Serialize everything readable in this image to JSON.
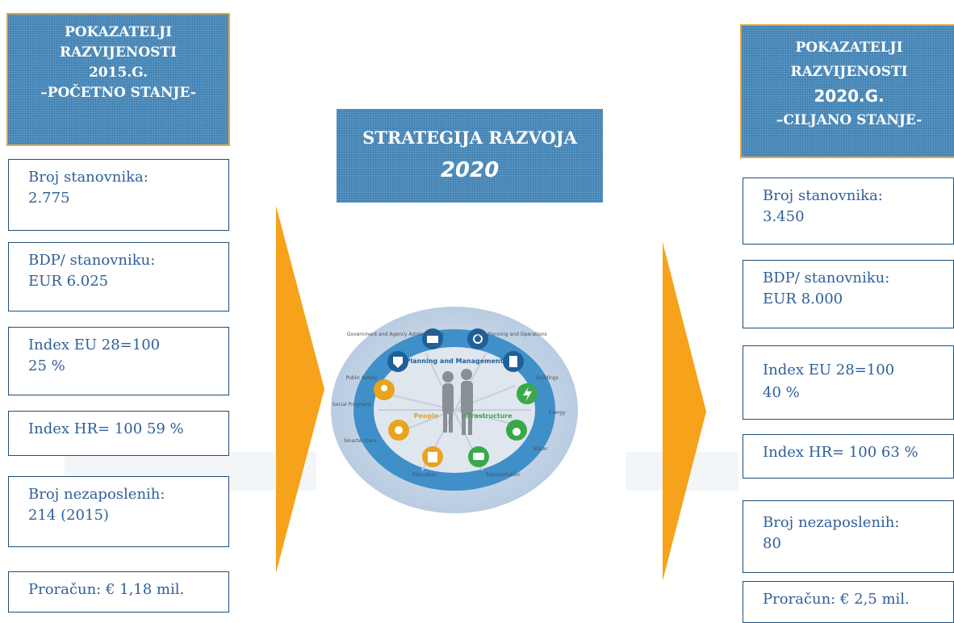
{
  "left_header": {
    "line1": "POKAZATELJI",
    "line2": "RAZVIJENOSTI",
    "line3": "2015.G.",
    "line4": "–POČETNO STANJE-"
  },
  "middle_header": {
    "line1": "STRATEGIJA RAZVOJA",
    "line2": "2020"
  },
  "right_header": {
    "line1": "POKAZATELJI",
    "line2": "RAZVIJENOSTI",
    "line3": "2020.G.",
    "line4": "–CILJANO STANJE-"
  },
  "left_indicators": [
    {
      "line1": "Broj stanovnika:",
      "line2": "2.775"
    },
    {
      "line1": "BDP/ stanovniku:",
      "line2": "EUR 6.025"
    },
    {
      "line1": "Index EU 28=100",
      "line2": "25 %"
    },
    {
      "line1": "Index HR= 100 59 %",
      "line2": ""
    },
    {
      "line1": "Broj nezaposlenih:",
      "line2": "214 (2015)"
    },
    {
      "line1": "Proračun: € 1,18 mil.",
      "line2": ""
    }
  ],
  "right_indicators": [
    {
      "line1": "Broj stanovnika:",
      "line2": "3.450"
    },
    {
      "line1": "BDP/ stanovniku:",
      "line2": "EUR 8.000"
    },
    {
      "line1": "Index EU 28=100",
      "line2": "40 %"
    },
    {
      "line1": "Index HR= 100 63 %",
      "line2": ""
    },
    {
      "line1": "Broj nezaposlenih:",
      "line2": "80"
    },
    {
      "line1": "Proračun: € 2,5   mil.",
      "line2": ""
    }
  ],
  "diagram": {
    "center_top": "Planning and Management",
    "people": "People",
    "infrastructure": "Infrastructure",
    "labels": {
      "government": "Government and Agency Administration",
      "city_planning": "City Planning and Operations",
      "public_safety": "Public Safety",
      "buildings": "Buildings",
      "social_programs": "Social Programs",
      "energy": "Energy",
      "smarter_care": "Smarter Care",
      "water": "Water",
      "education": "Education",
      "transportation": "Transportation"
    }
  },
  "colors": {
    "header_blue": "#4a8bbd",
    "header_border": "#e7a640",
    "arrow_orange": "#f7a21b",
    "box_border": "#1f4e79",
    "box_text": "#2f5f9a"
  }
}
